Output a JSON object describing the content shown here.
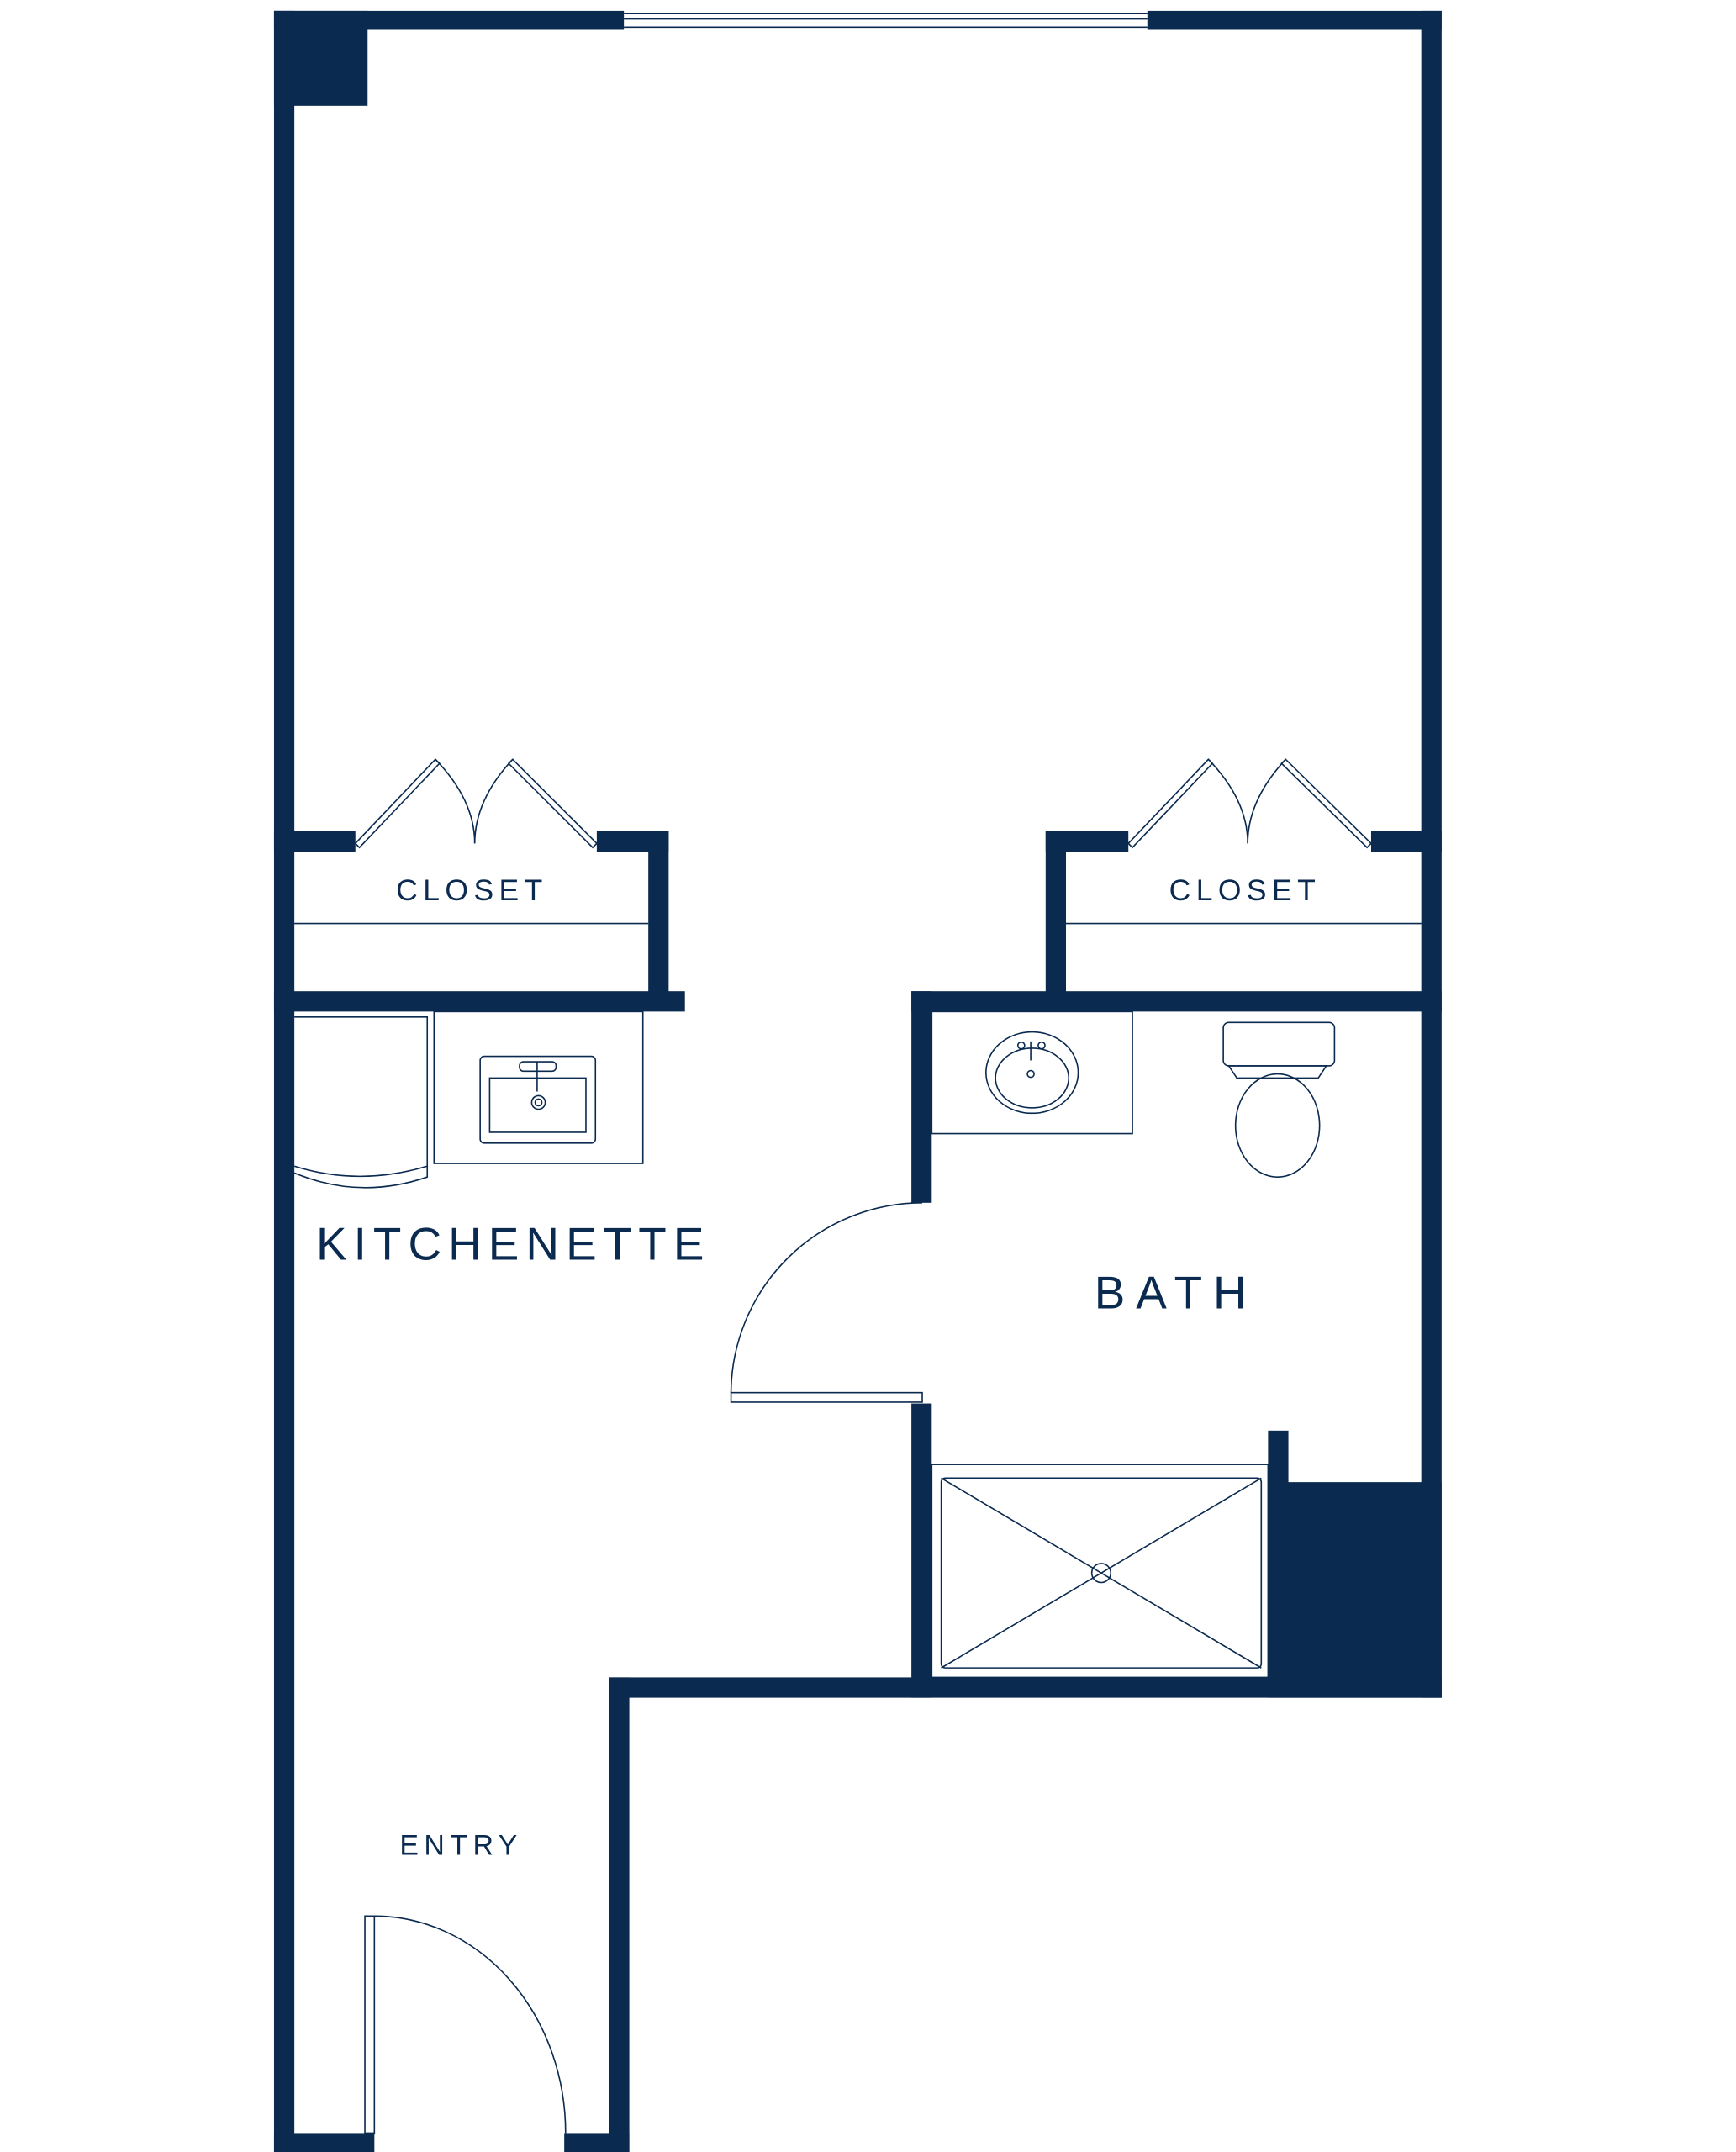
{
  "plan": {
    "wall_color": "#0b2a4f",
    "rooms": {
      "closet_left": "CLOSET",
      "closet_right": "CLOSET",
      "kitchenette": "KITCHENETTE",
      "bath": "BATH",
      "entry": "ENTRY"
    }
  }
}
